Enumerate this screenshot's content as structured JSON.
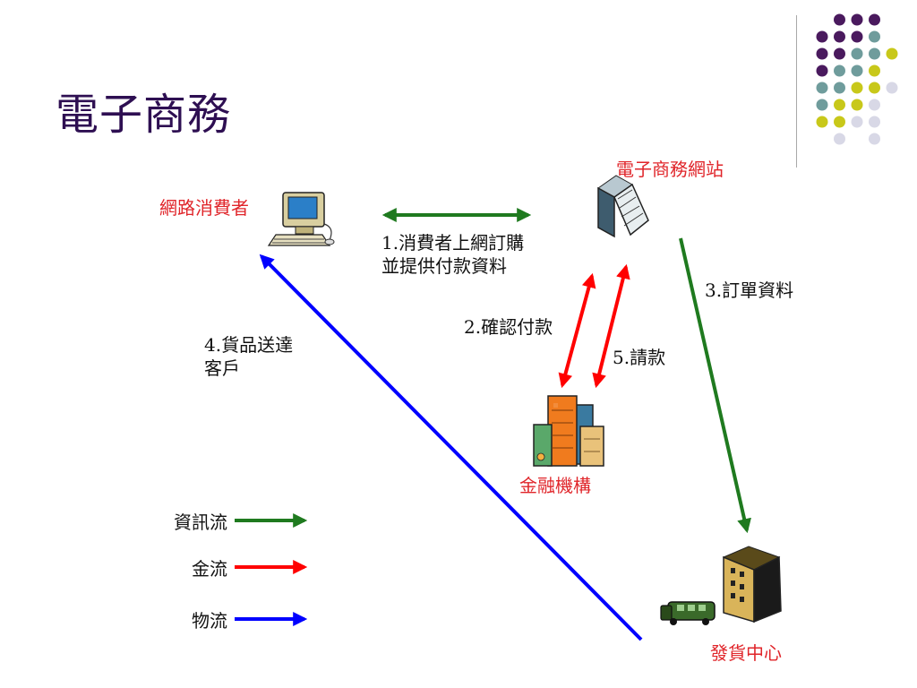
{
  "slide": {
    "title": "電子商務"
  },
  "nodes": {
    "consumer": "網路消費者",
    "website": "電子商務網站",
    "bank": "金融機構",
    "delivery": "發貨中心"
  },
  "flows": {
    "step1_line1": "1.消費者上網訂購",
    "step1_line2": "並提供付款資料",
    "step2": "2.確認付款",
    "step3": "3.訂單資料",
    "step4_line1": "4.貨品送達",
    "step4_line2": "客戶",
    "step5": "5.請款"
  },
  "legend": {
    "info_flow": "資訊流",
    "money_flow": "金流",
    "logistics_flow": "物流"
  },
  "colors": {
    "title": "#2e0f52",
    "node_label": "#e0252a",
    "info_flow": "#1f7a1f",
    "money_flow": "#ff0000",
    "logistics_flow": "#0000ff",
    "dot_purple": "#4a1a5e",
    "dot_teal": "#6f9c9c",
    "dot_yellow": "#c8c81a",
    "dot_lavender": "#d8d8e6"
  },
  "icons": {
    "consumer": "computer-icon",
    "website": "office-building-icon",
    "bank": "city-buildings-icon",
    "delivery": "warehouse-building-icon",
    "truck": "truck-icon"
  }
}
